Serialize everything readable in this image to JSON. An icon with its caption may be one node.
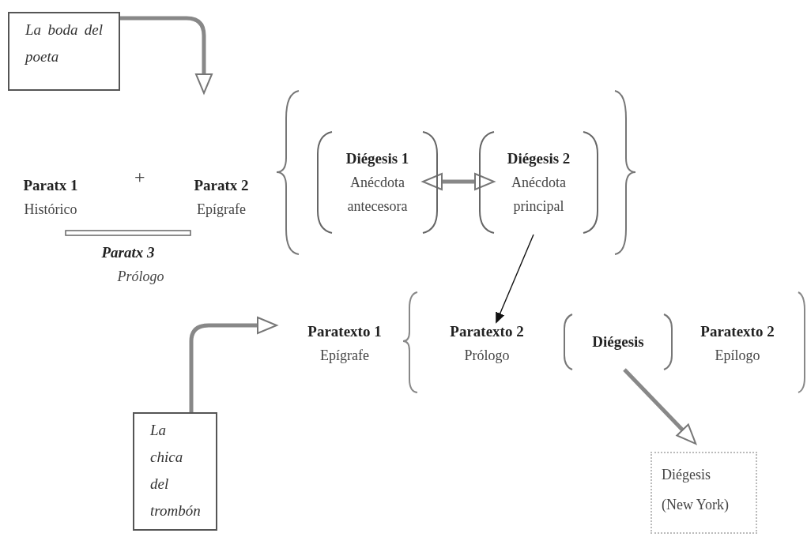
{
  "diagram": {
    "nodes": [
      {
        "text": [
          "La boda del poeta"
        ]
      },
      {
        "text": [
          "Paratx 1",
          "Histórico"
        ]
      },
      {
        "text": [
          "Paratx 2",
          "Epígrafe"
        ]
      },
      {
        "text": [
          "Paratx 3",
          "Prólogo"
        ]
      },
      {
        "text": [
          "Diégesis 1",
          "Anécdota antecesora"
        ]
      },
      {
        "text": [
          "Diégesis 2",
          "Anécdota principal"
        ]
      },
      {
        "text": [
          "Paratexto 1",
          "Epígrafe"
        ]
      },
      {
        "text": [
          "Paratexto 2",
          "Prólogo"
        ]
      },
      {
        "text": [
          "Diégesis"
        ]
      },
      {
        "text": [
          "Paratexto 2",
          "Epílogo"
        ]
      },
      {
        "text": [
          "La chica del trombón"
        ]
      },
      {
        "text": [
          "Diégesis",
          "(New York)"
        ]
      }
    ],
    "edges": [
      {
        "from": 0,
        "to": null,
        "arrow": "to"
      },
      {
        "from": 4,
        "to": 5,
        "arrow": "both"
      },
      {
        "from": 5,
        "to": 7,
        "arrow": "to",
        "color": "#111111"
      },
      {
        "from": 10,
        "to": null,
        "arrow": "to"
      },
      {
        "from": 8,
        "to": 11,
        "arrow": "to"
      }
    ],
    "labels": [
      "+"
    ]
  }
}
